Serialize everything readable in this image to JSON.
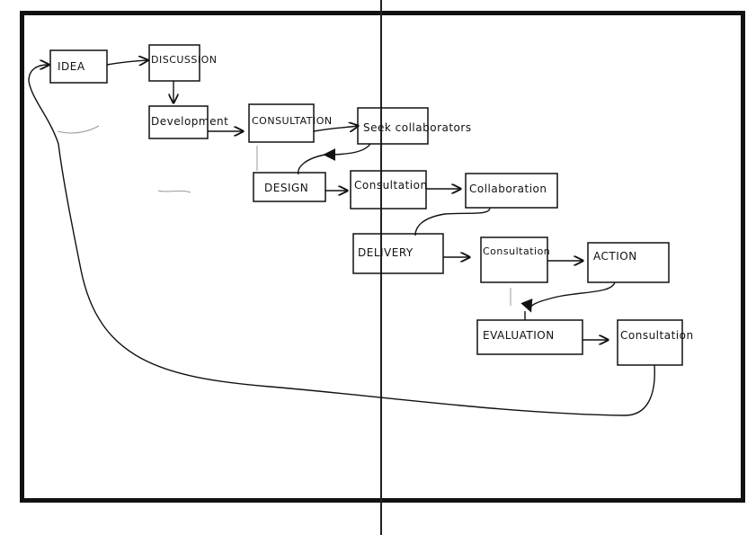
{
  "diagram": {
    "nodes": {
      "idea": "IDEA",
      "discussion": "DISCUSSION",
      "development": "Development",
      "consultation_1": "CONSULTATION",
      "seek_collaborators": "Seek collaborators",
      "design": "DESIGN",
      "consultation_2": "Consultation",
      "collaboration": "Collaboration",
      "delivery": "DELIVERY",
      "consultation_3": "Consultation",
      "action": "ACTION",
      "evaluation": "EVALUATION",
      "consultation_4": "Consultation"
    }
  }
}
